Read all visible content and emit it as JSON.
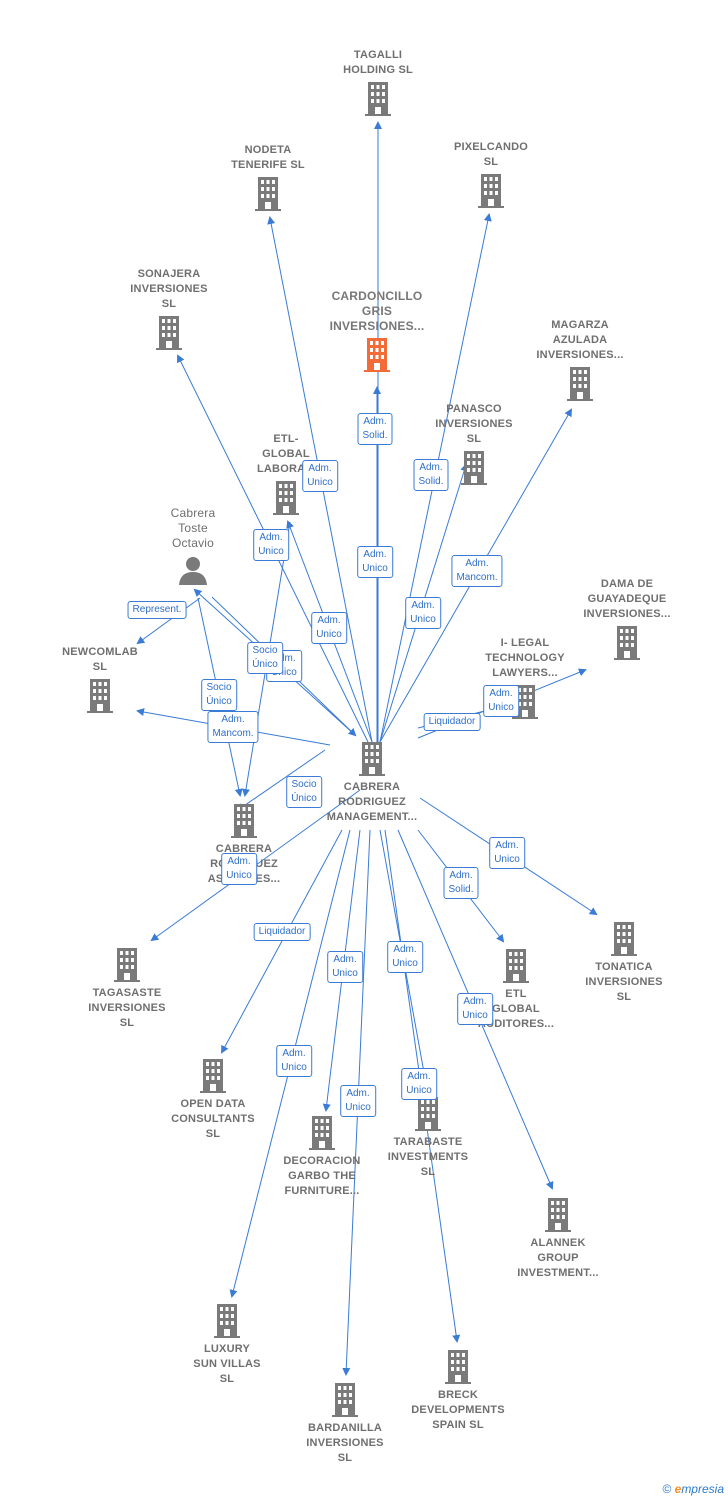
{
  "center": {
    "label": "CABRERA\nRODRIGUEZ\nMANAGEMENT..."
  },
  "person": {
    "label": "Cabrera\nToste\nOctavio"
  },
  "nodes": {
    "tagalli": "TAGALLI\nHOLDING  SL",
    "nodeta": "NODETA\nTENERIFE  SL",
    "pixelcando": "PIXELCANDO\nSL",
    "sonajera": "SONAJERA\nINVERSIONES\nSL",
    "cardoncillo": "CARDONCILLO\nGRIS\nINVERSIONES...",
    "magarza": "MAGARZA\nAZULADA\nINVERSIONES...",
    "panasco": "PANASCO\nINVERSIONES\nSL",
    "etl_laboral": "ETL-\nGLOBAL\nLABORA...",
    "dama": "DAMA DE\nGUAYADEQUE\nINVERSIONES...",
    "ilegal": "I- LEGAL\nTECHNOLOGY\nLAWYERS...",
    "newcomlab": "NEWCOMLAB\nSL",
    "cabrera_as": "CABRERA\nRODRIGUEZ\nASESORES...",
    "tagasaste": "TAGASASTE\nINVERSIONES\nSL",
    "tonatica": "TONATICA\nINVERSIONES\nSL",
    "etl_auditores": "ETL\nGLOBAL\nAUDITORES...",
    "opendata": "OPEN DATA\nCONSULTANTS\nSL",
    "decoracion": "DECORACION\nGARBO THE\nFURNITURE...",
    "tarabaste": "TARABASTE\nINVESTMENTS\nSL",
    "alannek": "ALANNEK\nGROUP\nINVESTMENT...",
    "luxury": "LUXURY\nSUN VILLAS\nSL",
    "bardanilla": "BARDANILLA\nINVERSIONES\nSL",
    "breck": "BRECK\nDEVELOPMENTS\nSPAIN  SL"
  },
  "relations": {
    "r_cardoncillo": "Adm.\nSolid.",
    "r_nodeta": "Adm.\nUnico",
    "r_panasco": "Adm.\nSolid.",
    "r_etl_a": "Adm.\nUnico",
    "r_tagalli": "Adm.\nUnico",
    "r_magarza": "Adm.\nMancom.",
    "r_pixel": "Adm.\nUnico",
    "r_sonajera": "Adm.\nUnico",
    "r_represent": "Represent.",
    "r_socio1": "Socio\nÚnico",
    "r_adm_hidden": "Adm.\nUnico",
    "r_ilegal": "Adm.\nUnico",
    "r_liquidador1": "Liquidador",
    "r_socio2": "Socio\nÚnico",
    "r_mancom2": "Adm.\nMancom.",
    "r_socio3": "Socio\nÚnico",
    "r_tagasaste": "Adm.\nUnico",
    "r_tonatica": "Adm.\nUnico",
    "r_etl_aud": "Adm.\nSolid.",
    "r_liquidador2": "Liquidador",
    "r_decoracion": "Adm.\nUnico",
    "r_tarabaste": "Adm.\nUnico",
    "r_alannek": "Adm.\nUnico",
    "r_luxury": "Adm.\nUnico",
    "r_bardanilla": "Adm.\nUnico",
    "r_breck": "Adm.\nUnico"
  },
  "footer": {
    "copyright": "©",
    "brand_e": "e",
    "brand_rest": "mpresia"
  },
  "colors": {
    "edge": "#3a7bd5",
    "building": "#7a7a7a",
    "focus": "#f26c3a"
  }
}
